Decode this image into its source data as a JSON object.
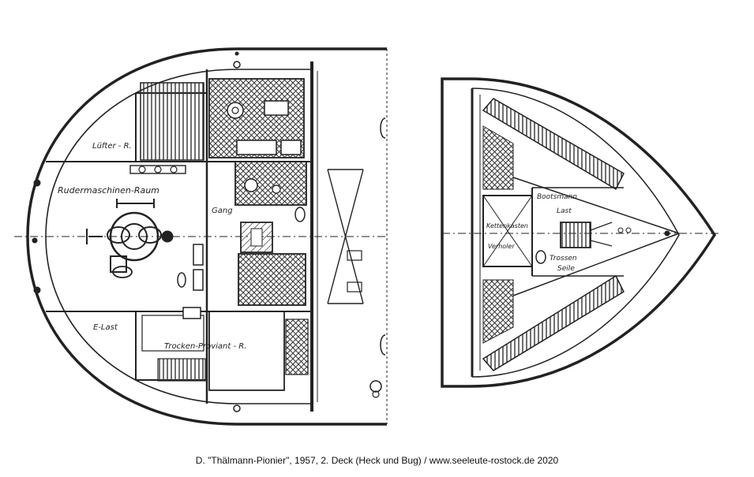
{
  "stern": {
    "labels": {
      "luefter": "Lüfter - R.",
      "rudermaschine": "Rudermaschinen-Raum",
      "gang": "Gang",
      "e_last": "E-Last",
      "trocken_proviant": "Trocken-Proviant - R."
    }
  },
  "bow": {
    "labels": {
      "bootsmann": "Bootsmann",
      "last": "Last",
      "kettenkasten": "Kettenkasten",
      "verholer": "Verholer",
      "trossen": "Trossen",
      "seile": "Seile"
    }
  },
  "caption": "D. \"Thälmann-Pionier\", 1957, 2. Deck (Heck und Bug) / www.seeleute-rostock.de 2020"
}
